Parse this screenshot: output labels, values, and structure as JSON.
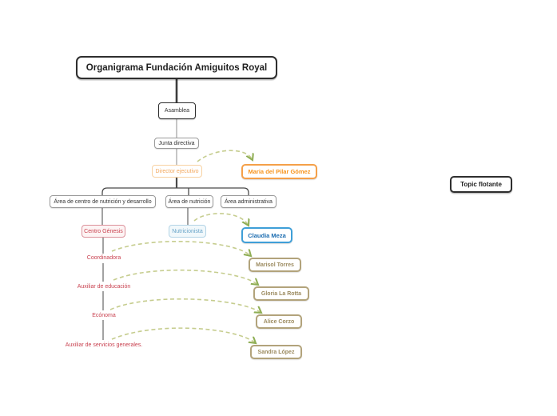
{
  "diagram": {
    "title": "Organigrama Fundación Amiguitos Royal",
    "nodes": {
      "root": {
        "label": "Organigrama Fundación Amiguitos Royal"
      },
      "asamblea": {
        "label": "Asamblea"
      },
      "junta_directiva": {
        "label": "Junta directiva"
      },
      "director_ejecutivo": {
        "label": "Director ejecutivo"
      },
      "maria_del_pilar": {
        "label": "Maria del Pilar Gómez"
      },
      "area_centro": {
        "label": "Área de centro de nutrición y desarrollo"
      },
      "area_nutricion": {
        "label": "Área de nutrición"
      },
      "area_administrativa": {
        "label": "Área administrativa"
      },
      "centro_genesis": {
        "label": "Centro Génesis"
      },
      "nutricionista": {
        "label": "Nutricionista"
      },
      "claudia_meza": {
        "label": "Claudia Meza"
      },
      "coordinadora": {
        "label": "Coordinadora"
      },
      "marisol_torres": {
        "label": "Marisol Torres"
      },
      "auxiliar_educacion": {
        "label": "Auxiliar de educación"
      },
      "gloria_la_rotta": {
        "label": "Gloria La Rotta"
      },
      "economa": {
        "label": "Ecónoma"
      },
      "alice_corzo": {
        "label": "Alice Corzo"
      },
      "auxiliar_servicios": {
        "label": "Auxiliar de servicios generales."
      },
      "sandra_lopez": {
        "label": "Sandra López"
      },
      "topic_flotante": {
        "label": "Topic flotante"
      }
    },
    "colors": {
      "accent_orange": "#F7941E",
      "accent_orange_light": "#F2A960",
      "accent_blue": "#1B6CB0",
      "accent_blue_light": "#68A4C8",
      "accent_red": "#C94250",
      "accent_tan": "#9C8B60",
      "arrow_olive": "#C6CD8F",
      "line_dark": "#3D3D3D",
      "line_gray": "#C6C6C6",
      "border_dark": "#2E2E2E"
    }
  }
}
